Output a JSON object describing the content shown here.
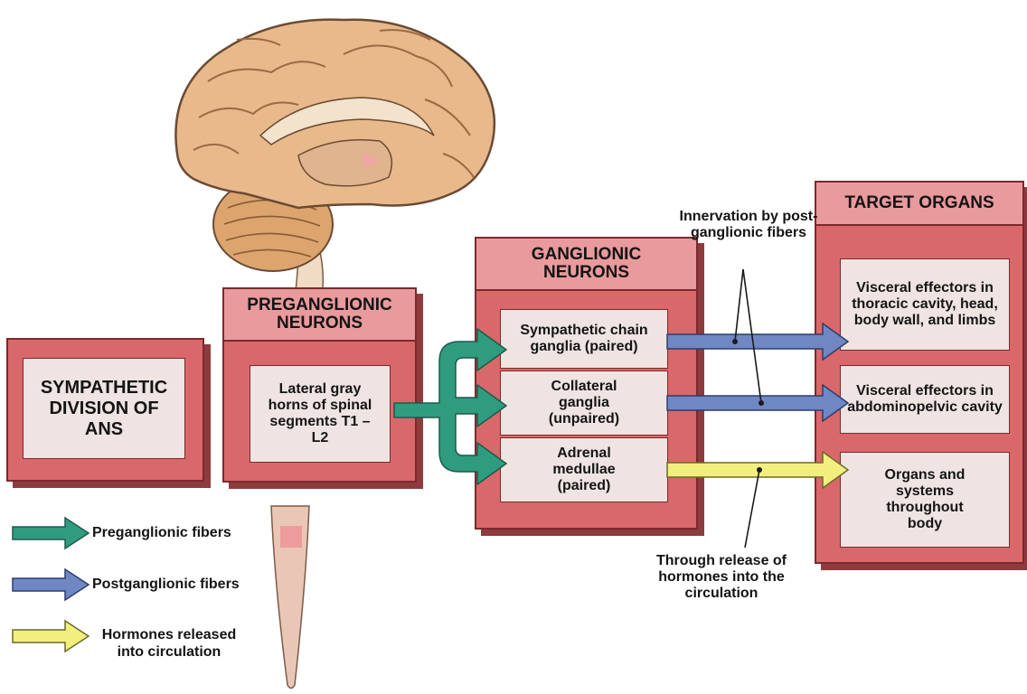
{
  "sympathetic_box": {
    "text": "SYMPATHETIC DIVISION OF ANS"
  },
  "preganglionic_box": {
    "header": "PREGANGLIONIC NEURONS",
    "content": "Lateral gray horns of spinal segments T1 – L2"
  },
  "ganglionic_box": {
    "header": "GANGLIONIC NEURONS",
    "items": [
      {
        "label": "Sympathetic chain ganglia (paired)"
      },
      {
        "label": "Collateral ganglia (unpaired)"
      },
      {
        "label": "Adrenal medullae (paired)"
      }
    ]
  },
  "target_box": {
    "header": "TARGET ORGANS",
    "items": [
      {
        "label": "Visceral effectors in thoracic cavity, head, body wall, and limbs"
      },
      {
        "label": "Visceral effectors in abdominopelvic cavity"
      },
      {
        "label": "Organs and systems throughout body"
      }
    ]
  },
  "annotations": {
    "innervation": "Innervation by post- ganglionic fibers",
    "release": "Through release of hormones into the circulation"
  },
  "legend": [
    {
      "label": "Preganglionic fibers",
      "color": "#2f9c80"
    },
    {
      "label": "Postganglionic fibers",
      "color": "#6f88c4"
    },
    {
      "label": "Hormones released into circulation",
      "color": "#f2ef7e"
    }
  ],
  "colors": {
    "box_fill": "#d9686a",
    "box_header": "#e99a9c",
    "inner_fill": "#efe4e2",
    "preganglionic": "#2f9c80",
    "postganglionic": "#6f88c4",
    "hormones": "#f2ef7e"
  }
}
